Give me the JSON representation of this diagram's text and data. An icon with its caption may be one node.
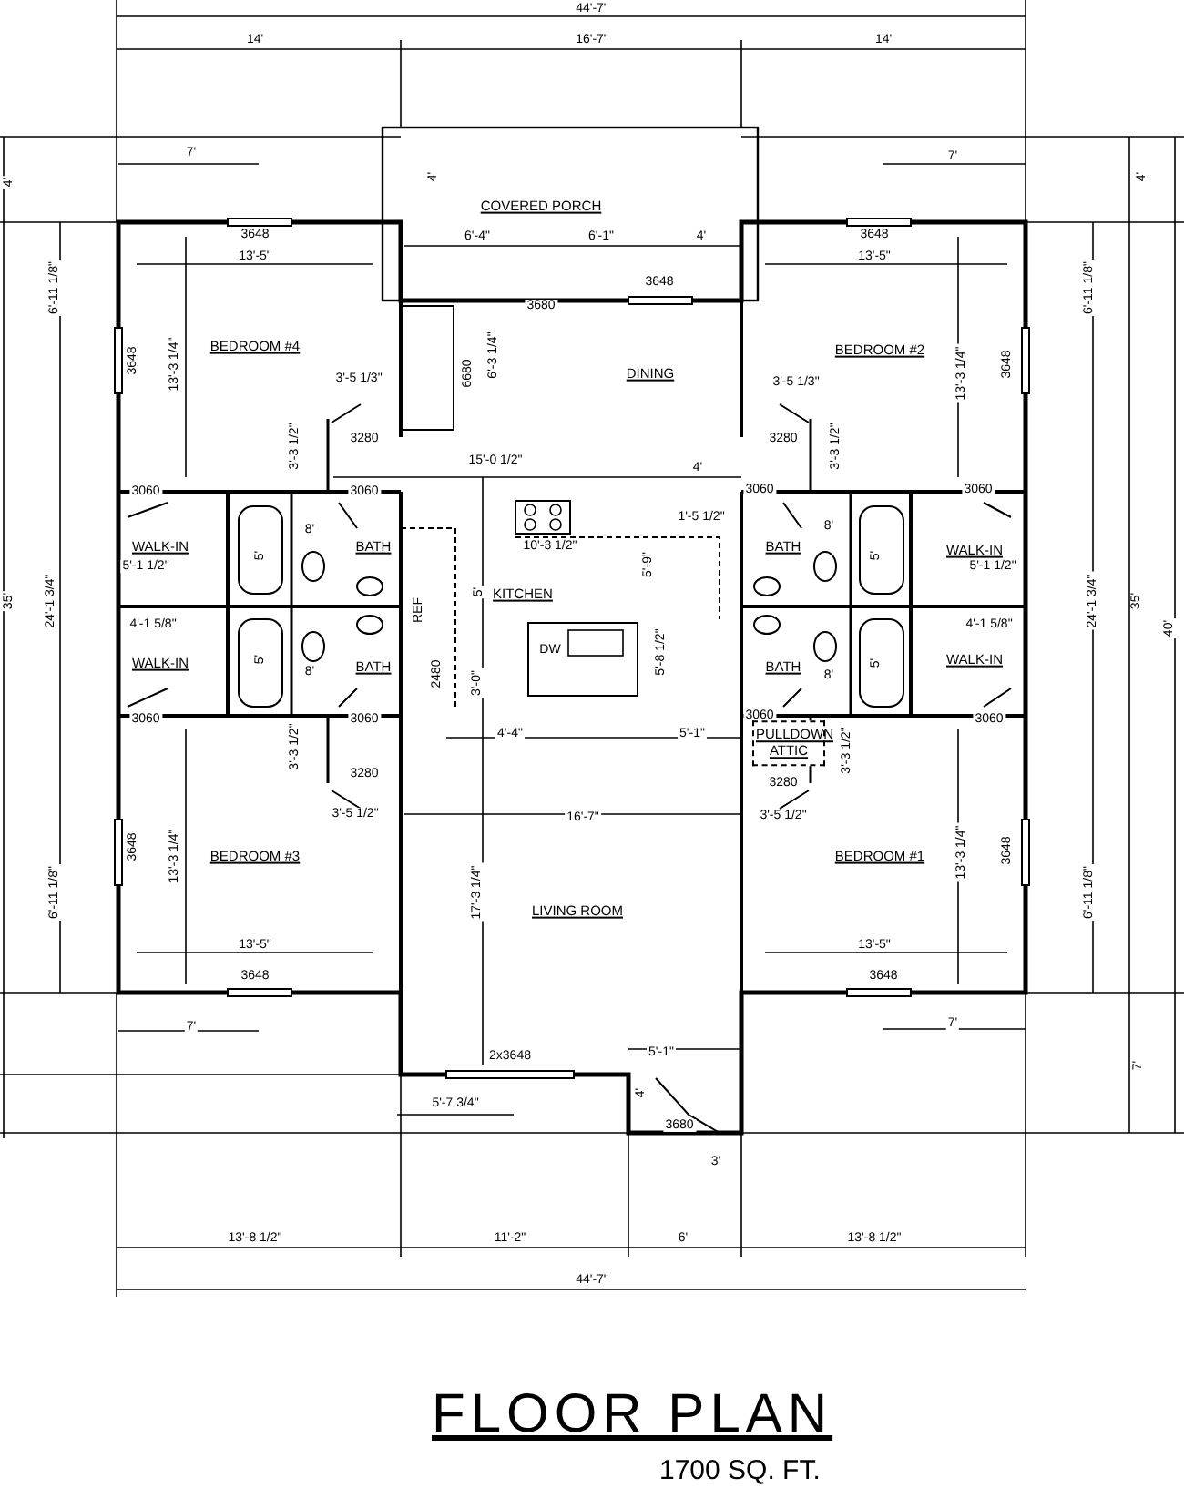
{
  "diagram": {
    "title": "FLOOR PLAN",
    "caption": "1700 SQ. FT.",
    "nodes": [
      {
        "text": [
          "COVERED PORCH"
        ]
      },
      {
        "text": [
          "BEDROOM #4"
        ]
      },
      {
        "text": [
          "DINING"
        ]
      },
      {
        "text": [
          "BEDROOM #2"
        ]
      },
      {
        "text": [
          "WALK-IN"
        ]
      },
      {
        "text": [
          "BATH"
        ]
      },
      {
        "text": [
          "KITCHEN"
        ]
      },
      {
        "text": [
          "BATH"
        ]
      },
      {
        "text": [
          "WALK-IN"
        ]
      },
      {
        "text": [
          "WALK-IN"
        ]
      },
      {
        "text": [
          "BATH"
        ]
      },
      {
        "text": [
          "BATH"
        ]
      },
      {
        "text": [
          "WALK-IN"
        ]
      },
      {
        "text": [
          "PULLDOWN ATTIC"
        ]
      },
      {
        "text": [
          "BEDROOM #3"
        ]
      },
      {
        "text": [
          "LIVING ROOM"
        ]
      },
      {
        "text": [
          "BEDROOM #1"
        ]
      }
    ],
    "labels": [
      "44'-7\"",
      "14'",
      "16'-7\"",
      "14'",
      "4'",
      "4'",
      "7'",
      "4'",
      "7'",
      "3648",
      "6'-4\"",
      "6'-1\"",
      "4'",
      "3648",
      "13'-5\"",
      "13'-5\"",
      "3648",
      "3680",
      "6'-11 1/8\"",
      "3648",
      "13'-3 1/4\"",
      "6680",
      "6'-3 1/4\"",
      "6'-11 1/8\"",
      "13'-3 1/4\"",
      "3648",
      "3'-5 1/3\"",
      "3'-5 1/3\"",
      "3'-3 1/2\"",
      "3280",
      "3280",
      "3'-3 1/2\"",
      "15'-0 1/2\"",
      "4'",
      "3060",
      "3060",
      "3060",
      "3060",
      "1'-5 1/2\"",
      "8'",
      "8'",
      "10'-3 1/2\"",
      "5'-1 1/2\"",
      "5'-1 1/2\"",
      "5'",
      "5'",
      "5'",
      "REF",
      "5'-9\"",
      "24'-1 3/4\"",
      "35'",
      "24'-1 3/4\"",
      "35'",
      "40'",
      "DW",
      "4'-1 5/8\"",
      "4'-1 5/8\"",
      "5'",
      "5'",
      "5'-8 1/2\"",
      "2480",
      "3'-0\"",
      "8'",
      "8'",
      "3060",
      "3060",
      "3060",
      "3060",
      "4'-4\"",
      "5'-1\"",
      "3'-3 1/2\"",
      "3'-3 1/2\"",
      "3280",
      "3280",
      "3'-5 1/2\"",
      "16'-7\"",
      "3'-5 1/2\"",
      "13'-3 1/4\"",
      "13'-3 1/4\"",
      "17'-3 1/4\"",
      "3648",
      "3648",
      "6'-11 1/8\"",
      "6'-11 1/8\"",
      "13'-5\"",
      "3648",
      "13'-5\"",
      "3648",
      "7'",
      "7'",
      "2x3648",
      "5'-1\"",
      "5'-7 3/4\"",
      "4'",
      "7'",
      "3680",
      "3'",
      "13'-8 1/2\"",
      "11'-2\"",
      "6'",
      "13'-8 1/2\"",
      "44'-7\""
    ]
  }
}
